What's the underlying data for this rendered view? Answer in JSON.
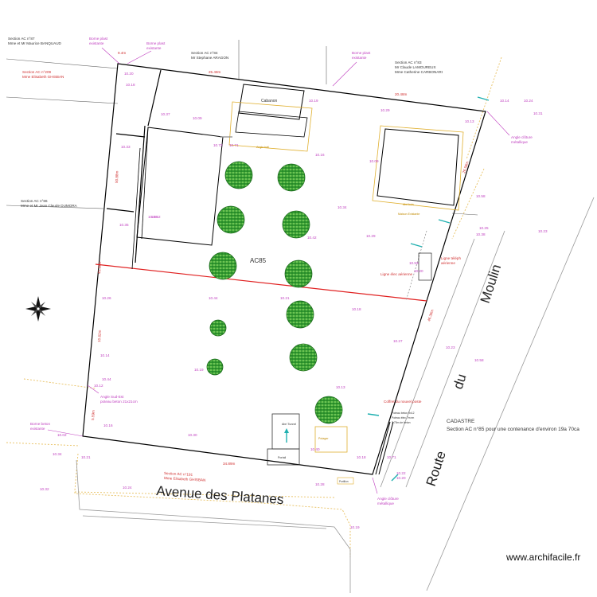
{
  "plot": {
    "label": "AC85",
    "cadastre_title": "CADASTRE",
    "cadastre_desc": "Section AC n°85  pour une contenance d'environ 19a 70ca"
  },
  "roads": {
    "avenue": "Avenue des Platanes",
    "route_word1": "Route",
    "route_word2": "du",
    "route_word3": "Moulin"
  },
  "neighbours": {
    "n87_l1": "Section AC n°87",
    "n87_l2": "Mme et Mr Maurice BANQUAUD",
    "n209_l1": "Section AC n°209",
    "n209_l2": "Mme Elisabeth GHISBAN",
    "n84_l1": "Section AC n°84",
    "n84_l2": "Mr Stephane ARAGON",
    "n83_l1": "Section AC n°83",
    "n83_l2": "Mr Claude LAMOUREUX",
    "n83_l3": "Mme Catherine CARBONARI",
    "n86_l1": "Section AC n°86",
    "n86_l2": "Mme et Mr Jean Claude DUMORA",
    "n191_l1": "Section AC n°191",
    "n191_l2": "Mme Elisabeth GHISBAN"
  },
  "annotations": {
    "borne1_l1": "Borne plast",
    "borne1_l2": "existante",
    "borne2_l1": "Borne plast",
    "borne2_l2": "existante",
    "borne3_l1": "Borne plast",
    "borne3_l2": "existante",
    "borne4_l1": "Borne beton",
    "borne4_l2": "existante",
    "angle_ne_l1": "Angle clôture",
    "angle_ne_l2": "métallique",
    "angle_se_l1": "Angle clôture",
    "angle_se_l2": "métallique",
    "angle_so_l1": "Angle Sud-Est",
    "angle_so_l2": "poteau beton 21x21cm",
    "ligne_l1": "Ligne téléph",
    "ligne_l2": "aérienne",
    "ligne_elec": "Ligne élec aérienne",
    "coffret": "Coffret du nouvel poste",
    "poteau_l1": "Poteau beton 9x12",
    "poteau_l2": "Poteau élec 7m en",
    "poteau_l3": "7.75m de beton",
    "cabanon": "Cabanon",
    "angle_bati": "Angle bati",
    "maison_note": "Maison Existante",
    "abri_bois": "Abri bois",
    "portail": "Portail",
    "garage": "Abri Tunnel",
    "portillon": "Portillon",
    "stone": "Potager"
  },
  "dimensions": {
    "d_top1": "9.4m",
    "d_top2": "25.48m",
    "d_top3": "20.48m",
    "d_right1": "26.58m",
    "d_right2": "46.36m",
    "d_left1": "50.88m",
    "d_left2": "41.39m",
    "d_left3": "10.62m",
    "d_left4": "5.59m",
    "d_bottom": "34.89m"
  },
  "spot_heights": [
    "10.20",
    "10.18",
    "10.37",
    "10.09",
    "10.72",
    "10.71",
    "10.19",
    "10.16",
    "10.29",
    "10.13",
    "10.14",
    "10.24",
    "10.31",
    "10.58",
    "10.38",
    "10.23",
    "10.25",
    "10.09",
    "10.29",
    "10.34",
    "10.42",
    "10.33",
    "10.38",
    "10.35",
    "10.53",
    "10.20",
    "10.26",
    "10.52",
    "10.44",
    "10.21",
    "10.18",
    "10.27",
    "10.58",
    "10.23",
    "10.19",
    "10.14",
    "10.44",
    "10.12",
    "10.13",
    "10.16",
    "10.02",
    "10.34",
    "10.32",
    "10.21",
    "10.24",
    "10.30",
    "10.40",
    "10.18",
    "10.71",
    "10.22",
    "10.19",
    "10.20",
    "10.28"
  ],
  "watermark": "www.archifacile.fr",
  "colors": {
    "boundary": "#000000",
    "power_line": "#e02020",
    "annotation": "#c040c0",
    "street_edge": "#e8c060",
    "tree": "#3aa53a",
    "arrow": "#20b0b0"
  },
  "icons": {
    "compass": "compass-rose-icon"
  }
}
